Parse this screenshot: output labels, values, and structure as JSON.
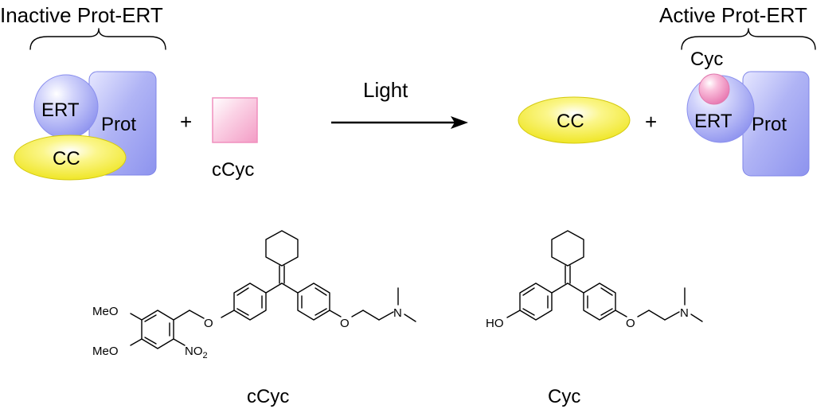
{
  "reaction": {
    "left_title": "Inactive Prot-ERT",
    "right_title": "Active Prot-ERT",
    "arrow_label": "Light",
    "plus": "+",
    "prot": "Prot",
    "ert": "ERT",
    "cc": "CC",
    "ccyc_label": "cCyc",
    "cyc_label": "Cyc"
  },
  "structures": {
    "ccyc": {
      "name": "cCyc",
      "meo_1": "MeO",
      "meo_2": "MeO",
      "o_ether": "O",
      "o_amine": "O",
      "n": "N",
      "no2_main": "NO",
      "no2_sub": "2"
    },
    "cyc": {
      "name": "Cyc",
      "ho": "HO",
      "o_amine": "O",
      "n": "N"
    }
  },
  "colors": {
    "prot_fill": "#a3a8f2",
    "ert_fill": "#a7abf3",
    "cc_fill": "#f2ec22",
    "ccyc_fill": "#f4a7cb",
    "cyc_ball": "#ee8fc0"
  }
}
